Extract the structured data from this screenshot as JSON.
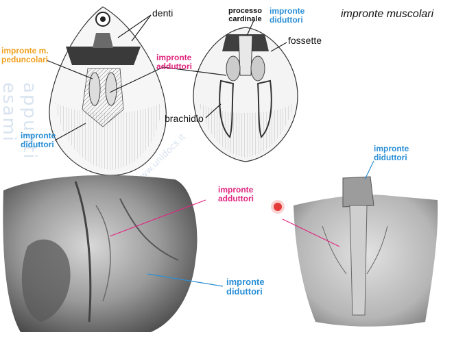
{
  "title": "impronte muscolari",
  "labels": {
    "denti": "denti",
    "processo_cardinale_1": "processo",
    "processo_cardinale_2": "cardinale",
    "impronte_diduttori_top_1": "impronte",
    "impronte_diduttori_top_2": "diduttori",
    "fossette": "fossette",
    "impronte_peduncolari_1": "impronte m.",
    "impronte_peduncolari_2": "peduncolari",
    "impronte_adduttori_top_1": "impronte",
    "impronte_adduttori_top_2": "adduttori",
    "brachidio": "brachidio",
    "impronte_diduttori_left_1": "impronte",
    "impronte_diduttori_left_2": "diduttori",
    "impronte_diduttori_right_1": "impronte",
    "impronte_diduttori_right_2": "diduttori",
    "impronte_adduttori_mid_1": "impronte",
    "impronte_adduttori_mid_2": "adduttori",
    "impronte_diduttori_bottom_1": "impronte",
    "impronte_diduttori_bottom_2": "diduttori"
  },
  "watermark": {
    "side_text": "appunti esami universitari",
    "diag_text": "www.unidocs.it"
  },
  "colors": {
    "blue": "#2a8fd6",
    "pink": "#e0267f",
    "orange": "#f0a020",
    "cursor": "#e02020"
  }
}
